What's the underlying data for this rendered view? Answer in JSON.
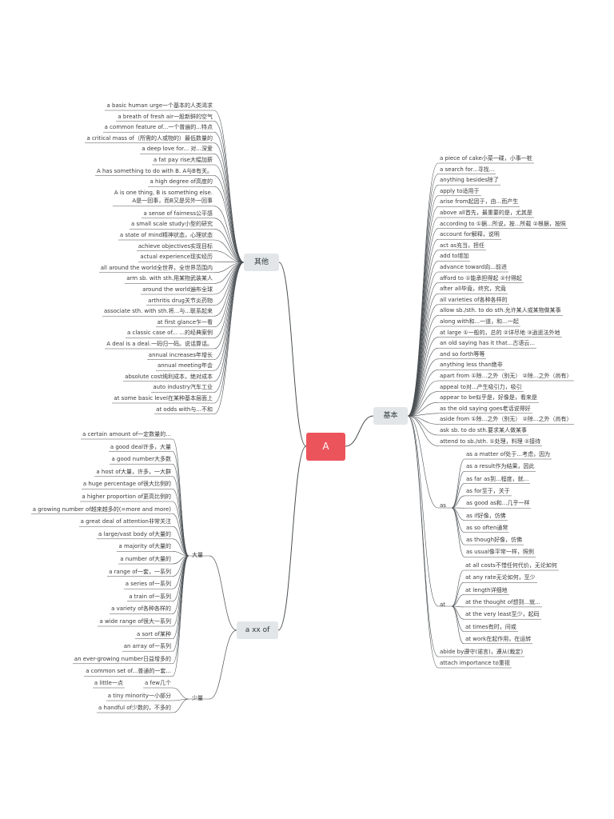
{
  "root": "A",
  "branches": {
    "qita": {
      "label": "其他",
      "items": [
        "a basic human urge一个基本的人类渴求",
        "a breath of fresh air一股新鲜的空气",
        "a common feature of...一个普遍的...特点",
        "a critical mass of（所需的人或物的）最低数量的",
        "a deep love for... 对...深爱",
        "a fat pay rise大幅加薪",
        "A has something to do with B. A与B有关。",
        "a high degree of高度的",
        "A is one thing, B is something else.\nA是一回事，而B又是另外一回事",
        "a sense of fairness公平感",
        "a small scale study小型的研究",
        "a state of mind精神状态，心理状态",
        "achieve objectives实现目标",
        "actual experience现实经历",
        "all around the world全世界，全世界范围内",
        "arm sb. with sth.用某物武装某人",
        "around the world遍布全球",
        "arthritis drug关节炎药物",
        "associate sth. with sth.将...与...联系起来",
        "at first glance乍一看",
        "a classic case of... ...的经典案例",
        "A deal is a deal.一码归一码。说话算话。",
        "annual increases年增长",
        "annual meeting年会",
        "absolute cost纯利成本，绝对成本",
        "auto industry汽车工业",
        "at some basic level在某种基本层面上",
        "at odds with与...不和"
      ]
    },
    "jiben": {
      "label": "基本",
      "items": [
        "a piece of cake小菜一碟，小事一桩",
        "a search for...寻找...",
        "anything besides除了",
        "apply to适用于",
        "arise from起因于，由...而产生",
        "above all首先，最重要的是，尤其是",
        "according to ①据...所说，按...所载 ②根据，按照",
        "account for解释，说明",
        "act as充当，担任",
        "add to增加",
        "advance toward向...前进",
        "afford to ①能承担得起 ②付得起",
        "after all毕竟，终究，究竟",
        "all varieties of各种各样的",
        "allow sb./sth. to do sth.允许某人或某物做某事",
        "along with和...一道，和...一起",
        "at large ①一般的，总的 ②详尽地 ③逍遥法外地",
        "an old saying has it that...古语云...",
        "and so forth等等",
        "anything less than绝非",
        "apart from ①除...之外（别无） ②除...之外（尚有）",
        "appeal to对...产生吸引力，吸引",
        "appear to be似乎是，好像是，看来是",
        "as the old saying goes老话说得好",
        "aside from ①除...之外（别无） ②除...之外（尚有）",
        "ask sb. to do sth.要求某人做某事",
        "attend to sb./sth. ①处理，料理 ②接待"
      ],
      "as": {
        "label": "as",
        "items": [
          "as a matter of处于...考虑，因为",
          "as a result作为结果，因此",
          "as far as到...程度，就...",
          "as for至于，关于",
          "as good as和...几乎一样",
          "as if好像，仿佛",
          "as so often通常",
          "as though好像，仿佛",
          "as usual像平常一样，照例"
        ]
      },
      "at": {
        "label": "at",
        "items": [
          "at all costs不惜任何代价，无论如何",
          "at any rate无论如何，至少",
          "at length详细地",
          "at the thought of想到...就...",
          "at the very least至少，起码",
          "at times有时，间或",
          "at work在起作用，在运转"
        ]
      },
      "tail": [
        "abide by遵守(诺言)，遵从(裁定)",
        "attach importance to重视"
      ]
    },
    "axxof": {
      "label": "a xx of",
      "daliang": {
        "label": "大量",
        "items": [
          "a certain amount of一定数量的...",
          "a good deal许多，大量",
          "a good number大多数",
          "a host of大量，许多，一大群",
          "a huge percentage of很大比例的",
          "a higher proportion of更高比例的",
          "a growing number of越来越多的(=more and more)",
          "a great deal of attention非常关注",
          "a large/vast body of大量的",
          "a majority of大量的",
          "a number of大量的",
          "a range of一套，一系列",
          "a series of一系列",
          "a train of一系列",
          "a variety of各种各样的",
          "a wide range of很大一系列",
          "a sort of某种",
          "an array of一系列",
          "an ever-growing number日益增多的",
          "a common set of...普通的一套..."
        ]
      },
      "shaoliang": {
        "label": "少量",
        "items": [
          "a little一点",
          "a few几个",
          "a tiny minority一小部分",
          "a handful of少数的，不多的"
        ]
      }
    }
  }
}
